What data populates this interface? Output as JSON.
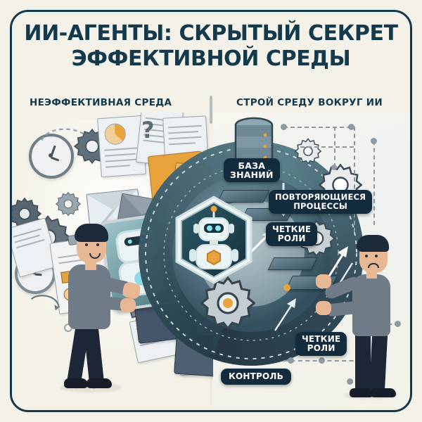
{
  "poster": {
    "background_color": "#f4f2e8",
    "frame_color": "#17394c",
    "title_color": "#12394c",
    "badge_bg_color": "#132c3d",
    "badge_text_color": "#ffffff",
    "accent_orange": "#e8a33d",
    "title": {
      "line1": "ИИ-АГЕНТЫ: СКРЫТЫЙ СЕКРЕТ",
      "line2": "ЭФФЕКТИВНОЙ СРЕДЫ"
    },
    "columns": {
      "left_header": "НЕЭФФЕКТИВНАЯ СРЕДА",
      "right_header": "СТРОЙ СРЕДУ ВОКРУГ ИИ"
    },
    "badges": [
      {
        "id": "knowledge-base",
        "text": "БАЗА\nЗНАНИЙ"
      },
      {
        "id": "repeating-processes",
        "text": "ПОВТОРЯЮЩИЕСЯ\nПРОЦЕССЫ"
      },
      {
        "id": "clear-roles-top",
        "text": "ЧЕТКИЕ\nРОЛИ"
      },
      {
        "id": "clear-roles-bottom",
        "text": "ЧЕТКИЕ\nРОЛИ"
      },
      {
        "id": "control",
        "text": "КОНТРОЛЬ"
      }
    ],
    "icons": {
      "left_cluster": [
        "clock-icon",
        "gear-icon",
        "document-icon",
        "pie-chart-document-icon",
        "envelope-icon",
        "folder-icon",
        "question-mark-icon",
        "clipboard-icon",
        "wrench-icon"
      ],
      "right_cluster": [
        "database-icon",
        "gear-icon",
        "arrow-icon",
        "circuit-node-icon",
        "stairs-icon",
        "robot-hexagon-icon"
      ],
      "center": "robot-hexagon-icon",
      "left_device": "tablet-robot-icon"
    },
    "people": {
      "left": "worried-person-holding-tablet",
      "right": "person-operating-system"
    }
  }
}
